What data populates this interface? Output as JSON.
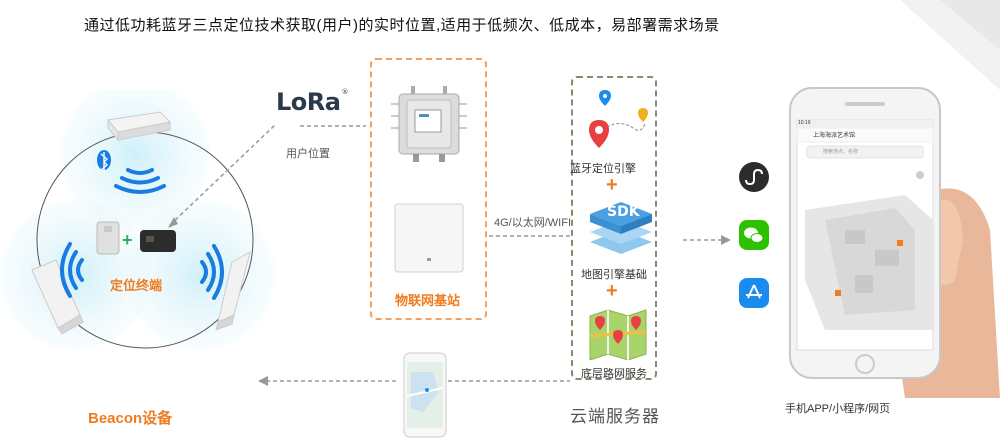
{
  "title": "通过低功耗蓝牙三点定位技术获取(用户)的实时位置,适用于低频次、低成本，易部署需求场景",
  "beacon": {
    "device_label": "Beacon设备",
    "terminal_label": "定位终端"
  },
  "lora": {
    "logo": "LoRa",
    "logo_mark": "®",
    "user_position_label": "用户位置"
  },
  "gateway": {
    "label": "物联网基站"
  },
  "network": {
    "label": "4G/以太网/WIFI"
  },
  "server": {
    "item1": "蓝牙定位引擎",
    "sdk_text": "SDK",
    "item2": "地图引擎基础",
    "item3": "底层路网服务",
    "title": "云端服务器",
    "plus": "+"
  },
  "phone": {
    "time": "10:19",
    "map_title": "上海海派艺术馆",
    "search_placeholder": "搜索地点、名称",
    "app_label": "手机APP/小程序/网页"
  },
  "colors": {
    "accent": "#f07c20",
    "wechat": "#2dc100",
    "appstore": "#1a8cf0",
    "bluetooth": "#1a7be0"
  }
}
